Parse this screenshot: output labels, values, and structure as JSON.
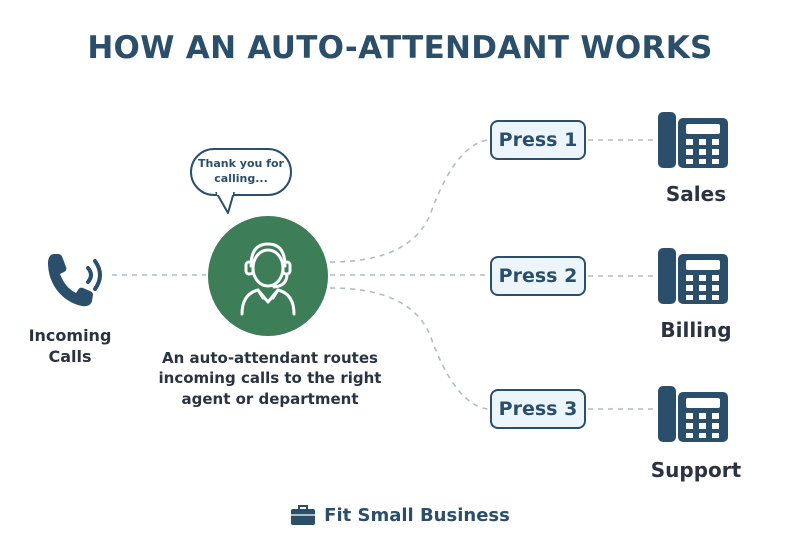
{
  "title": "HOW AN AUTO-ATTENDANT WORKS",
  "speech_bubble": "Thank you for calling...",
  "incoming": {
    "label": "Incoming Calls"
  },
  "caption": "An auto-attendant routes incoming calls to the right agent or department",
  "routes": [
    {
      "key": "Press 1",
      "department": "Sales"
    },
    {
      "key": "Press 2",
      "department": "Billing"
    },
    {
      "key": "Press 3",
      "department": "Support"
    }
  ],
  "brand": {
    "name": "Fit Small Business"
  },
  "colors": {
    "title": "#2b4f6b",
    "agent_circle": "#3d7d58",
    "button_fill": "#edf5fc",
    "button_border": "#2b4f6b",
    "connector": "#b3bcc6"
  },
  "icons": [
    "phone-ringing-icon",
    "headset-agent-icon",
    "desk-phone-icon",
    "briefcase-icon"
  ]
}
